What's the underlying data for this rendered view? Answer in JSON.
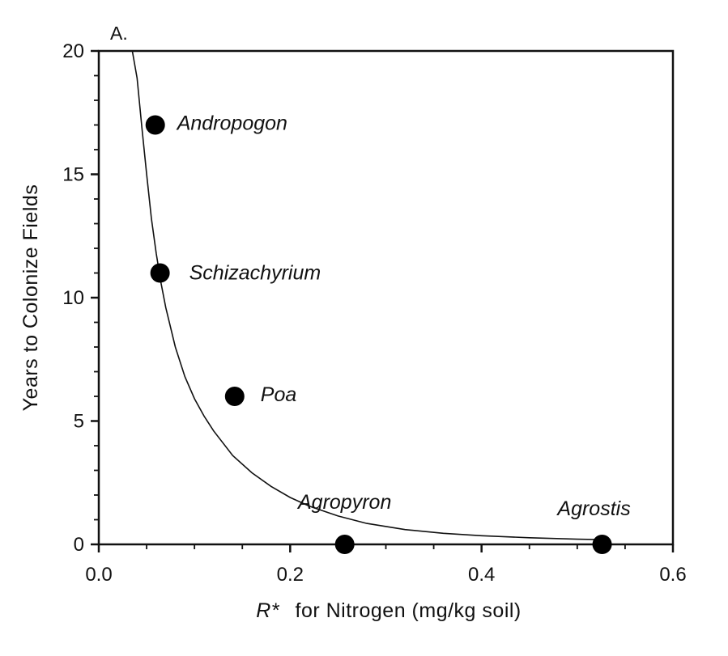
{
  "chart_data": {
    "type": "scatter",
    "panel_label": "A.",
    "xlabel_var": "R*",
    "xlabel_rest": "for Nitrogen (mg/kg soil)",
    "ylabel": "Years to Colonize Fields",
    "xlim": [
      0.0,
      0.6
    ],
    "ylim": [
      0,
      20
    ],
    "x_ticks": [
      0.0,
      0.2,
      0.4,
      0.6
    ],
    "x_tick_labels": [
      "0.0",
      "0.2",
      "0.4",
      "0.6"
    ],
    "y_ticks": [
      0,
      5,
      10,
      15,
      20
    ],
    "y_tick_labels": [
      "0",
      "5",
      "10",
      "15",
      "20"
    ],
    "grid": false,
    "points": [
      {
        "label": "Andropogon",
        "x": 0.059,
        "y": 17
      },
      {
        "label": "Schizachyrium",
        "x": 0.064,
        "y": 11
      },
      {
        "label": "Poa",
        "x": 0.142,
        "y": 6
      },
      {
        "label": "Agropyron",
        "x": 0.257,
        "y": 0
      },
      {
        "label": "Agrostis",
        "x": 0.526,
        "y": 0
      }
    ],
    "fit_curve": {
      "x": [
        0.035,
        0.04,
        0.045,
        0.05,
        0.055,
        0.06,
        0.065,
        0.07,
        0.08,
        0.09,
        0.1,
        0.11,
        0.12,
        0.14,
        0.16,
        0.18,
        0.2,
        0.22,
        0.25,
        0.28,
        0.32,
        0.36,
        0.4,
        0.45,
        0.5,
        0.526
      ],
      "y": [
        20,
        18.9,
        16.9,
        15.0,
        13.2,
        11.8,
        10.6,
        9.6,
        8.0,
        6.8,
        5.9,
        5.2,
        4.6,
        3.6,
        2.9,
        2.35,
        1.9,
        1.55,
        1.15,
        0.85,
        0.6,
        0.45,
        0.35,
        0.27,
        0.21,
        0.19
      ]
    }
  }
}
